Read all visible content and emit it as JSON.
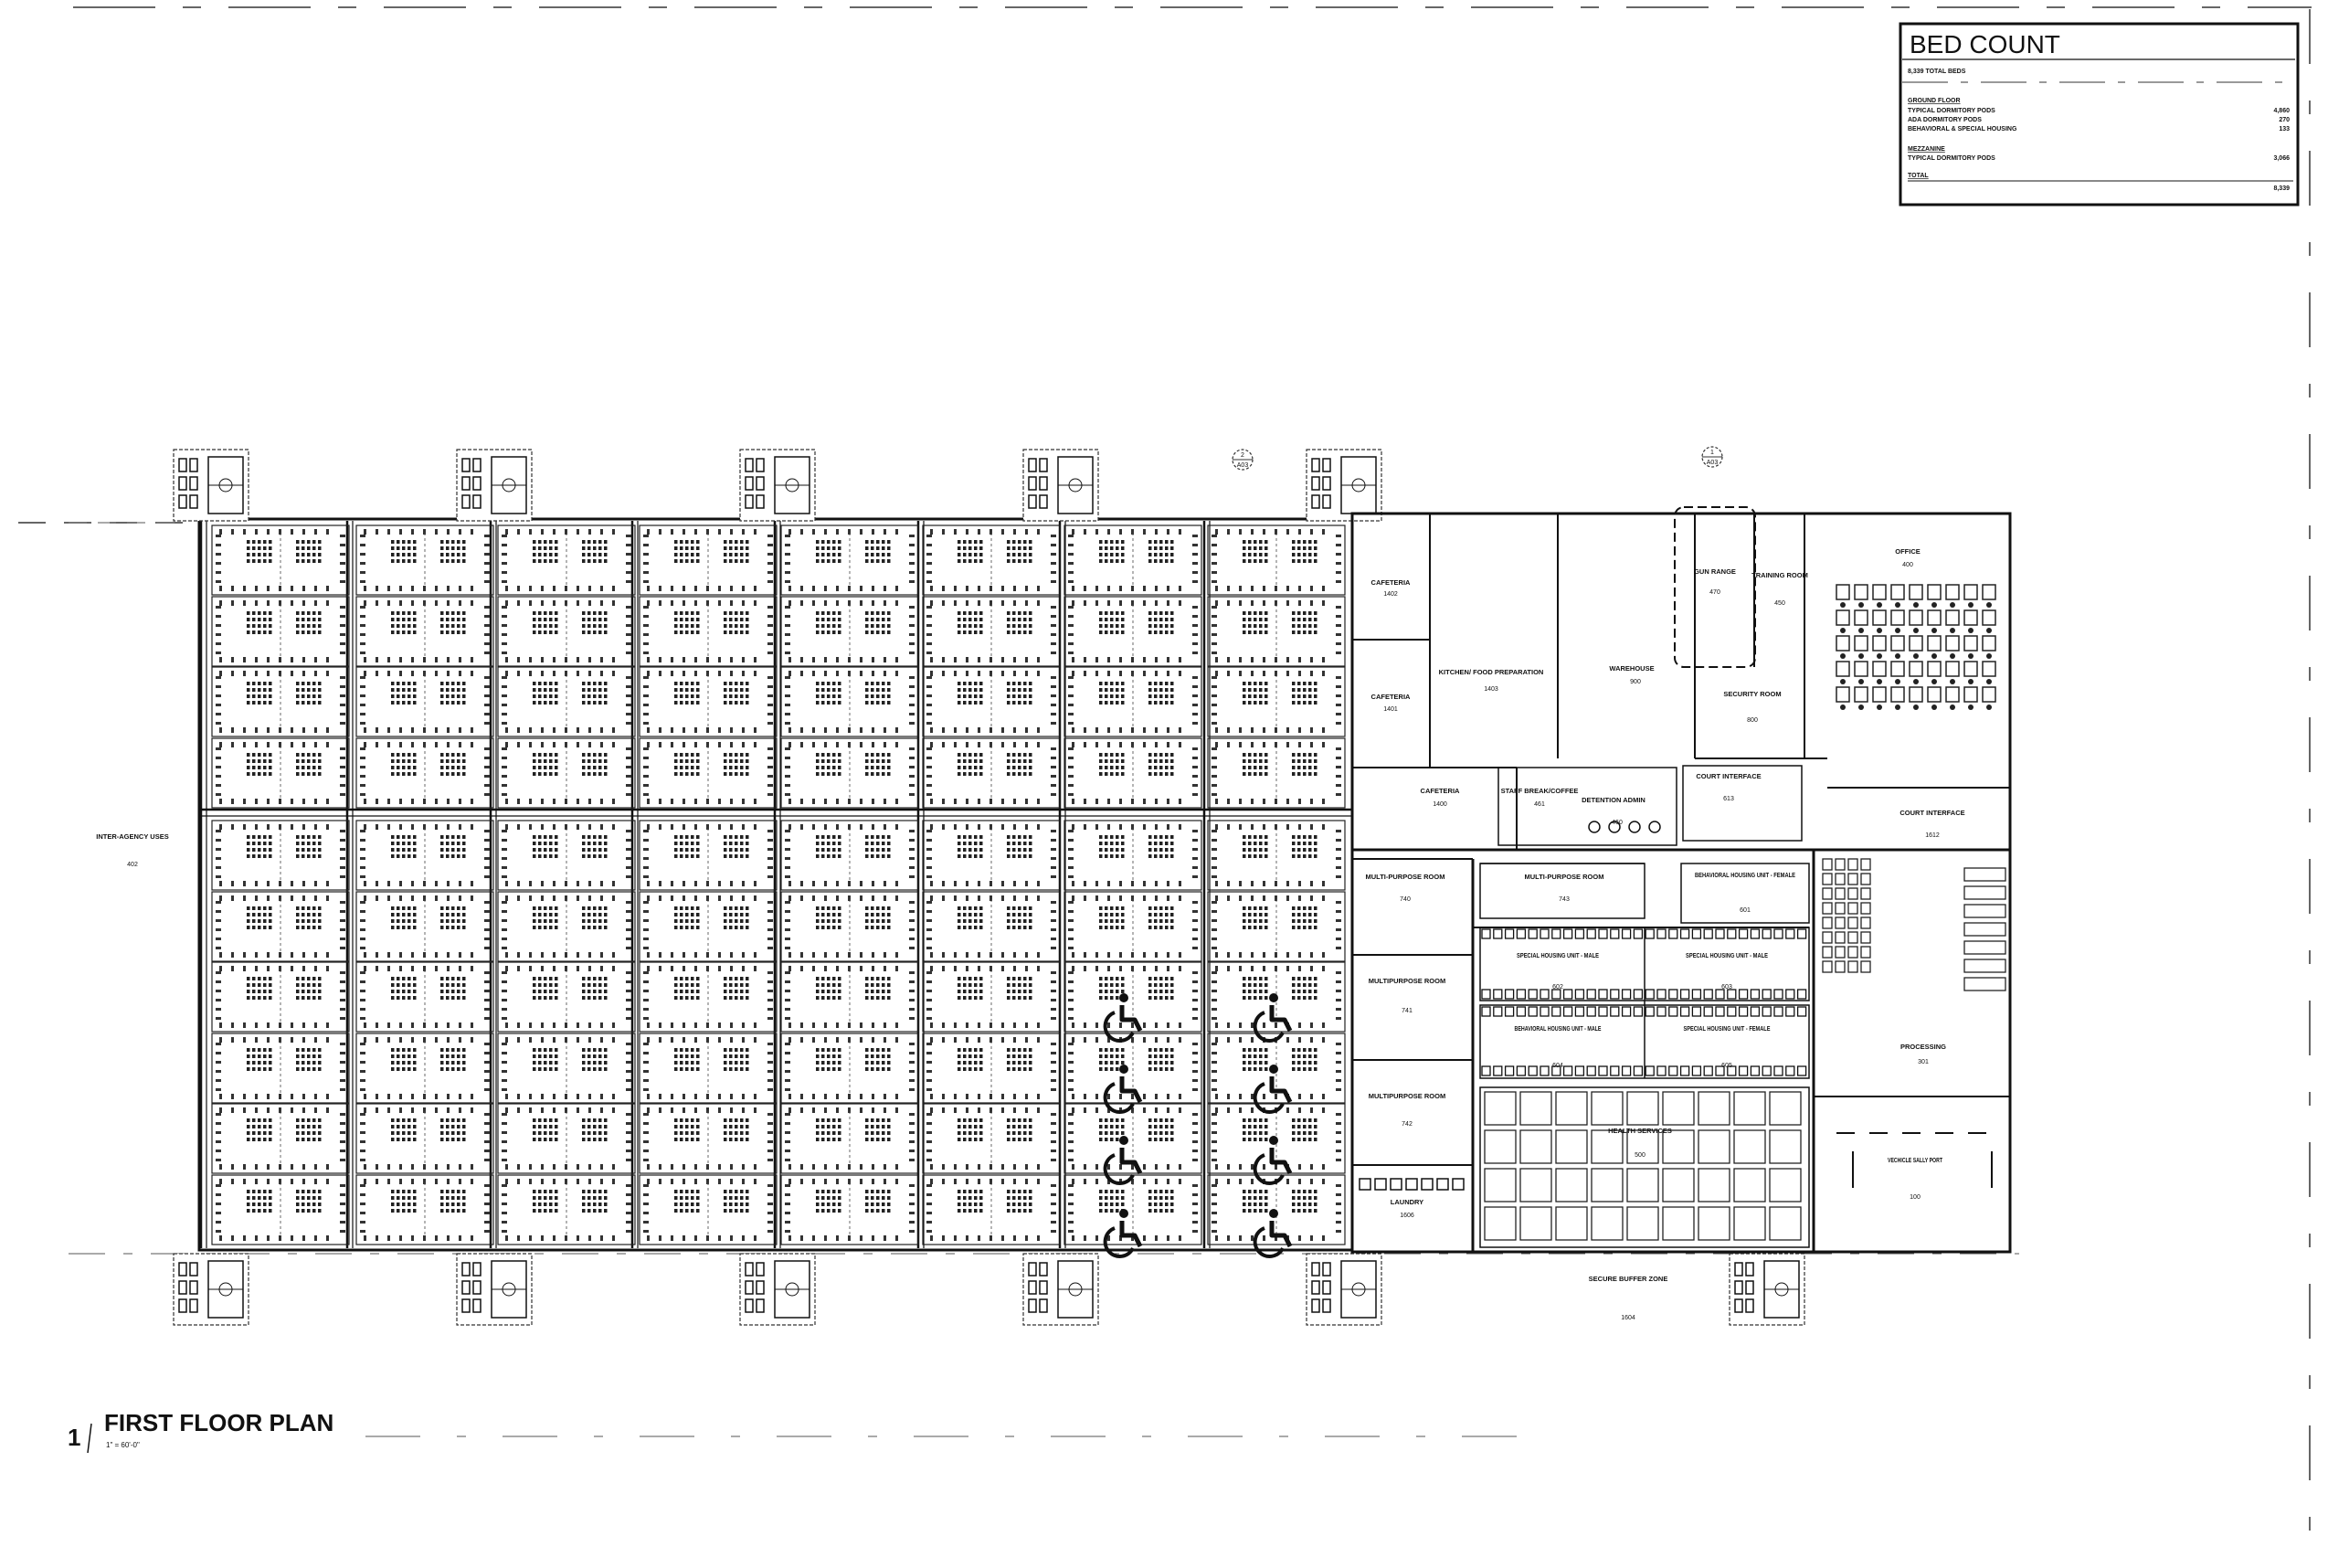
{
  "bed_count": {
    "title": "BED COUNT",
    "total_beds": "8,339 TOTAL BEDS",
    "sections": [
      {
        "heading": "GROUND FLOOR",
        "rows": [
          {
            "label": "TYPICAL DORMITORY PODS",
            "value": "4,860"
          },
          {
            "label": "ADA DORMITORY PODS",
            "value": "270"
          },
          {
            "label": "BEHAVIORAL & SPECIAL HOUSING",
            "value": "133"
          }
        ]
      },
      {
        "heading": "MEZZANINE",
        "rows": [
          {
            "label": "TYPICAL DORMITORY PODS",
            "value": "3,066"
          }
        ]
      }
    ],
    "total_label": "TOTAL",
    "total_value": "8,339"
  },
  "section_markers": [
    {
      "number": "2",
      "sheet": "A03"
    },
    {
      "number": "1",
      "sheet": "A03"
    }
  ],
  "rooms": {
    "inter_agency": {
      "name": "INTER-AGENCY USES",
      "number": "402"
    },
    "cafeteria_1402": {
      "name": "CAFETERIA",
      "number": "1402"
    },
    "cafeteria_1401": {
      "name": "CAFETERIA",
      "number": "1401"
    },
    "cafeteria_1400": {
      "name": "CAFETERIA",
      "number": "1400"
    },
    "kitchen": {
      "name": "KITCHEN/ FOOD PREPARATION",
      "number": "1403"
    },
    "warehouse": {
      "name": "WAREHOUSE",
      "number": "900"
    },
    "gun_range": {
      "name": "GUN RANGE",
      "number": "470"
    },
    "training": {
      "name": "TRAINING ROOM",
      "number": "450"
    },
    "security": {
      "name": "SECURITY ROOM",
      "number": "800"
    },
    "office": {
      "name": "OFFICE",
      "number": "400"
    },
    "staff_break": {
      "name": "STAFF BREAK/COFFEE",
      "number": "461"
    },
    "detention_admin": {
      "name": "DETENTION ADMIN",
      "number": "460"
    },
    "court_interface_613": {
      "name": "COURT INTERFACE",
      "number": "613"
    },
    "court_interface_1612": {
      "name": "COURT INTERFACE",
      "number": "1612"
    },
    "multi_740": {
      "name": "MULTI-PURPOSE ROOM",
      "number": "740"
    },
    "multi_743": {
      "name": "MULTI-PURPOSE ROOM",
      "number": "743"
    },
    "multi_741": {
      "name": "MULTIPURPOSE ROOM",
      "number": "741"
    },
    "multi_742": {
      "name": "MULTIPURPOSE ROOM",
      "number": "742"
    },
    "bhu_female_top": {
      "name": "BEHAVIORAL HOUSING UNIT - FEMALE",
      "number": "601"
    },
    "shu_male_left": {
      "name": "SPECIAL HOUSING UNIT - MALE",
      "number": "602"
    },
    "shu_male_right": {
      "name": "SPECIAL HOUSING UNIT - MALE",
      "number": "603"
    },
    "bhu_male": {
      "name": "BEHAVIORAL HOUSING UNIT - MALE",
      "number": "604"
    },
    "shu_female": {
      "name": "SPECIAL HOUSING UNIT - FEMALE",
      "number": "605"
    },
    "health": {
      "name": "HEALTH SERVICES",
      "number": "500"
    },
    "laundry": {
      "name": "LAUNDRY",
      "number": "1606"
    },
    "processing": {
      "name": "PROCESSING",
      "number": "301"
    },
    "sally_port": {
      "name": "VECHICLE SALLY PORT",
      "number": "100"
    },
    "buffer": {
      "name": "SECURE BUFFER ZONE",
      "number": "1604"
    }
  },
  "drawing_title": {
    "number": "1",
    "name": "FIRST FLOOR PLAN",
    "scale": "1\" = 60'-0\""
  },
  "icons": {
    "accessibility": "wheelchair-icon",
    "yard": "exercise-yard-icon",
    "section": "section-marker-icon"
  },
  "colors": {
    "ink": "#111111",
    "paper": "#ffffff"
  }
}
